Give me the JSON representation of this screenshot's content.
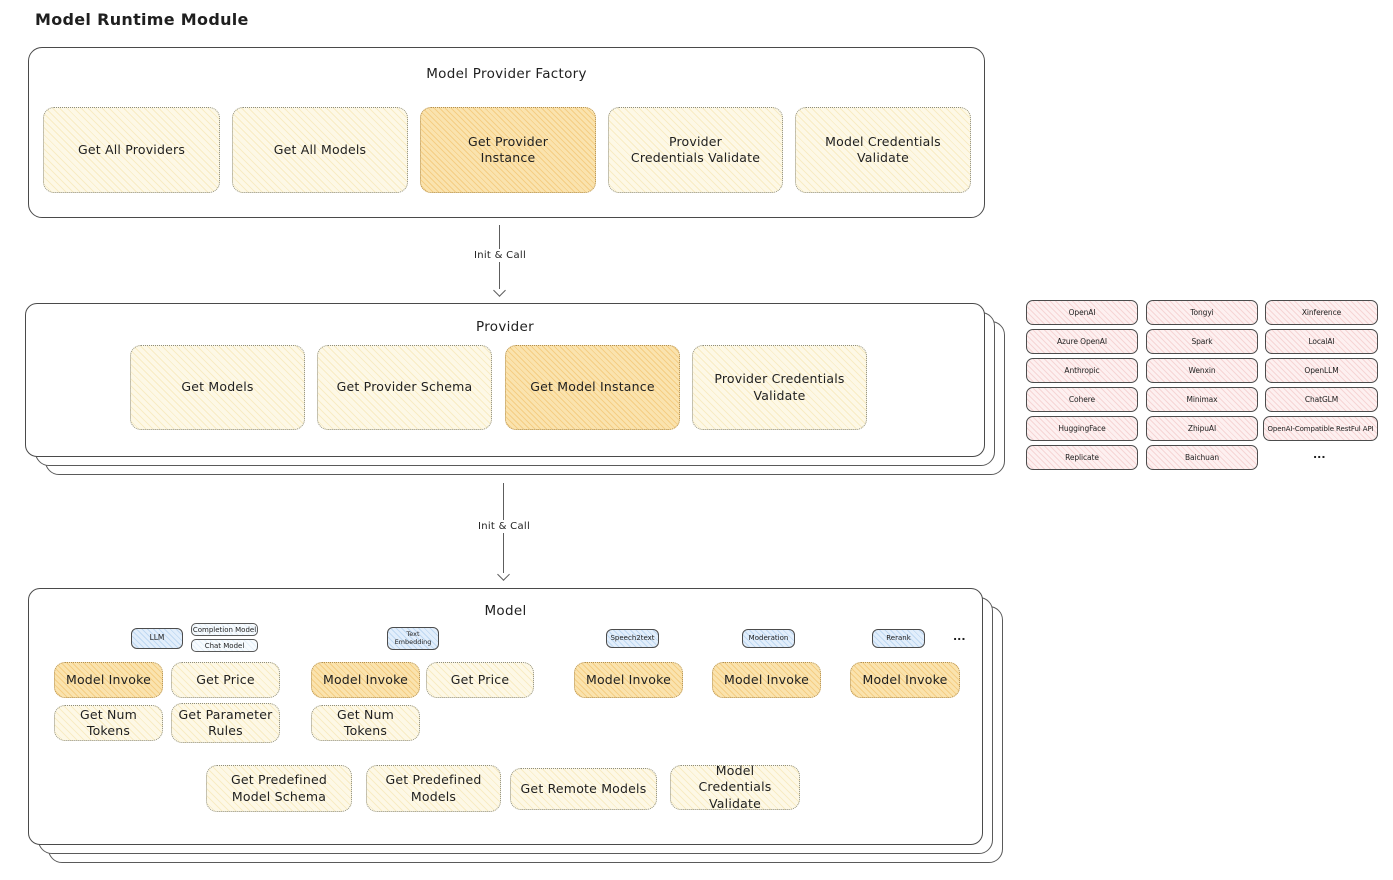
{
  "page": {
    "title": "Model Runtime Module"
  },
  "colors": {
    "button_light": "#fdf8e6",
    "button_highlight": "#fae3ae",
    "provider_chip_pink": "#fdf0f0",
    "type_tag_blue": "#e2eefb",
    "outline": "#4a4a4a"
  },
  "arrows": [
    {
      "label": "Init & Call"
    },
    {
      "label": "Init & Call"
    }
  ],
  "factory": {
    "title": "Model Provider Factory",
    "buttons": [
      {
        "label": "Get All Providers",
        "highlight": false
      },
      {
        "label": "Get All Models",
        "highlight": false
      },
      {
        "label": "Get Provider Instance",
        "highlight": true
      },
      {
        "label": "Provider Credentials Validate",
        "highlight": false
      },
      {
        "label": "Model Credentials Validate",
        "highlight": false
      }
    ]
  },
  "provider": {
    "title": "Provider",
    "buttons": [
      {
        "label": "Get Models",
        "highlight": false
      },
      {
        "label": "Get Provider Schema",
        "highlight": false
      },
      {
        "label": "Get Model Instance",
        "highlight": true
      },
      {
        "label": "Provider Credentials Validate",
        "highlight": false
      }
    ]
  },
  "provider_registry": {
    "rows": [
      [
        "OpenAI",
        "Tongyi",
        "Xinference"
      ],
      [
        "Azure OpenAI",
        "Spark",
        "LocalAI"
      ],
      [
        "Anthropic",
        "Wenxin",
        "OpenLLM"
      ],
      [
        "Cohere",
        "Minimax",
        "ChatGLM"
      ],
      [
        "HuggingFace",
        "ZhipuAI",
        "OpenAI-Compatible RestFul API"
      ],
      [
        "Replicate",
        "Baichuan"
      ]
    ],
    "more": "..."
  },
  "model": {
    "title": "Model",
    "type_tags": {
      "llm": "LLM",
      "completion_model": "Completion Model",
      "chat_model": "Chat Model",
      "text_embedding": "Text Embedding",
      "speech2text": "Speech2text",
      "moderation": "Moderation",
      "rerank": "Rerank",
      "more": "..."
    },
    "action_buttons": [
      {
        "label": "Model Invoke",
        "highlight": true
      },
      {
        "label": "Get Price",
        "highlight": false
      },
      {
        "label": "Model Invoke",
        "highlight": true
      },
      {
        "label": "Get Price",
        "highlight": false
      },
      {
        "label": "Model Invoke",
        "highlight": true
      },
      {
        "label": "Model Invoke",
        "highlight": true
      },
      {
        "label": "Model Invoke",
        "highlight": true
      },
      {
        "label": "Get Num Tokens",
        "highlight": false
      },
      {
        "label": "Get Parameter Rules",
        "highlight": false
      },
      {
        "label": "Get Num Tokens",
        "highlight": false
      }
    ],
    "shared_buttons": [
      {
        "label": "Get Predefined Model Schema"
      },
      {
        "label": "Get Predefined Models"
      },
      {
        "label": "Get Remote Models"
      },
      {
        "label": "Model Credentials Validate"
      }
    ]
  }
}
